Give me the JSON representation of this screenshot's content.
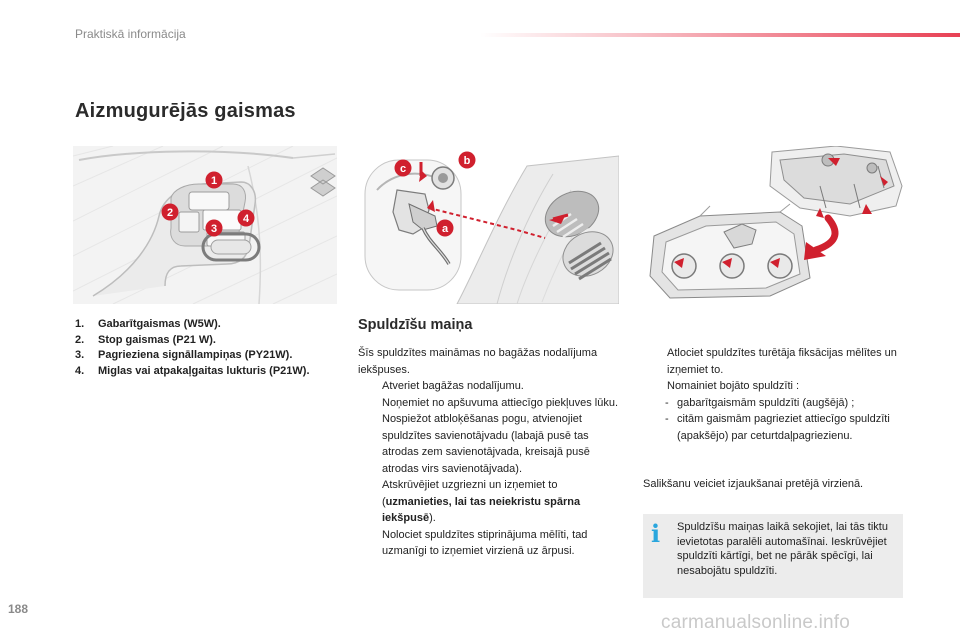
{
  "header": {
    "section": "Praktiskā informācija"
  },
  "page": {
    "title": "Aizmugurējās gaismas",
    "number": "188"
  },
  "figures": {
    "rear_light_callouts": [
      "1",
      "2",
      "3",
      "4"
    ],
    "boot_callouts": [
      "c",
      "b",
      "a"
    ],
    "accent_red": "#d0202e",
    "callout_gray": "#f2f2f2"
  },
  "bulb_list": [
    {
      "num": "1.",
      "text": "Gabarītgaismas (W5W)."
    },
    {
      "num": "2.",
      "text": "Stop gaismas (P21 W)."
    },
    {
      "num": "3.",
      "text": "Pagrieziena signāllampiņas (PY21W)."
    },
    {
      "num": "4.",
      "text": "Miglas vai atpakaļgaitas lukturis (P21W)."
    }
  ],
  "replacement": {
    "title": "Spuldzīšu maiņa",
    "intro": "Šīs spuldzītes maināmas no bagāžas nodalījuma iekšpuses.",
    "bullet_symbol": "",
    "steps_left": [
      {
        "text": "Atveriet bagāžas nodalījumu."
      },
      {
        "text": "Noņemiet no apšuvuma attiecīgo piekļuves lūku."
      },
      {
        "text": "Nospiežot atbloķēšanas pogu, atvienojiet spuldzītes savienotājvadu (labajā pusē tas atrodas zem savienotājvada, kreisajā pusē atrodas virs savienotājvada)."
      },
      {
        "pre": "Atskrūvējiet uzgriezni un izņemiet to (",
        "bold": "uzmanieties, lai tas neiekristu spārna iekšpusē",
        "post": ")."
      },
      {
        "text": "Nolociet spuldzītes stiprinājuma mēlīti, tad uzmanīgi to izņemiet virzienā uz ārpusi."
      }
    ],
    "steps_right": [
      {
        "text": "Atlociet spuldzītes turētāja fiksācijas mēlītes un izņemiet to."
      },
      {
        "text": "Nomainiet bojāto spuldzīti :"
      }
    ],
    "sub_items": [
      "gabarītgaismām spuldzīti (augšējā) ;",
      "citām gaismām pagrieziet attiecīgo spuldzīti (apakšējo) par ceturtdaļpagriezienu."
    ],
    "sub_dash": "-",
    "reassembly": "Salikšanu veiciet izjaukšanai pretējā virzienā.",
    "info": {
      "icon": "i",
      "text": "Spuldzīšu maiņas laikā sekojiet, lai tās tiktu ievietotas paralēli automašīnai. Ieskrūvējiet spuldzīti kārtīgi, bet ne pārāk spēcīgi, lai nesabojātu spuldzīti."
    }
  },
  "watermark": "carmanualsonline.info"
}
